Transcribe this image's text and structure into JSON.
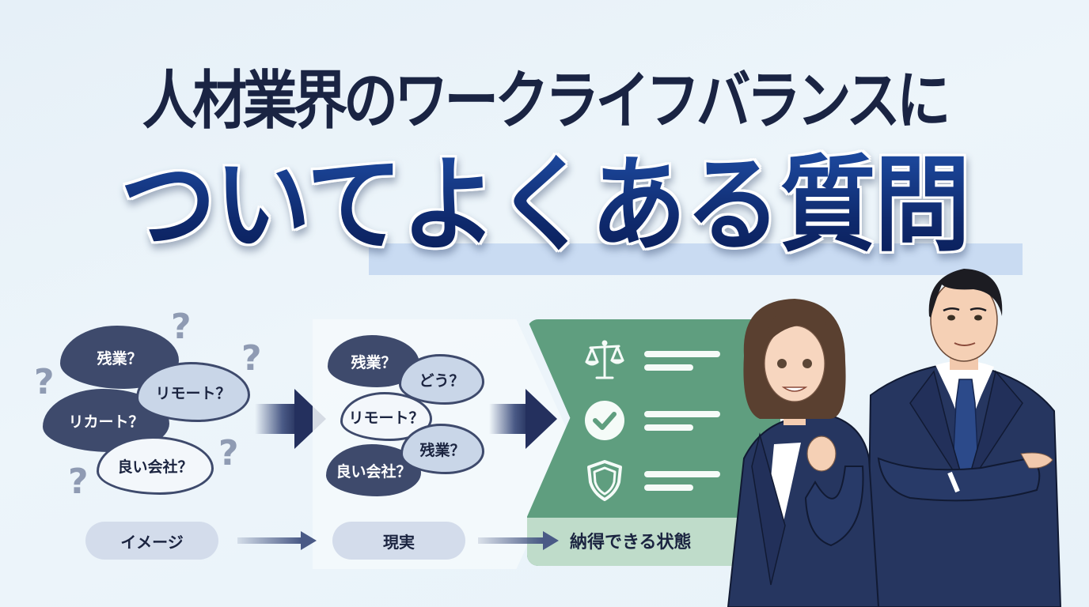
{
  "title": {
    "line1": "人材業界のワークライフバランスに",
    "line2": "ついてよくある質問"
  },
  "colors": {
    "background": "#eaf3f9",
    "title_line1": "#1a2443",
    "title_line2": "#15307a",
    "highlight_band": "#c9dbf2",
    "dark_cloud": "#3e4a6c",
    "light_cloud": "#c9d6e8",
    "green_panel": "#5f9e7f",
    "green_footer": "#bfdcca",
    "pill": "#d3dceb",
    "suit_navy": "#263660"
  },
  "stage_image": {
    "clouds": [
      {
        "text": "残業？",
        "style": "dark"
      },
      {
        "text": "リモート？",
        "style": "light"
      },
      {
        "text": "リカート？",
        "style": "dark"
      },
      {
        "text": "良い会社？",
        "style": "white"
      }
    ],
    "question_marks": [
      "?",
      "?",
      "?",
      "?",
      "?"
    ],
    "label": "イメージ"
  },
  "stage_reality": {
    "clouds": [
      {
        "text": "残業？",
        "style": "dark"
      },
      {
        "text": "どう？",
        "style": "light"
      },
      {
        "text": "リモート？",
        "style": "white"
      },
      {
        "text": "残業？",
        "style": "light"
      },
      {
        "text": "良い会社？",
        "style": "dark"
      }
    ],
    "label": "現実"
  },
  "stage_result": {
    "icons": [
      {
        "name": "scales-icon"
      },
      {
        "name": "check-circle-icon"
      },
      {
        "name": "shield-icon"
      }
    ],
    "label": "納得できる状態"
  },
  "illustration": {
    "people": [
      {
        "role": "woman",
        "description": "smiling woman in navy suit, fist raised"
      },
      {
        "role": "man",
        "description": "smiling man in navy suit, arms crossed"
      }
    ]
  }
}
